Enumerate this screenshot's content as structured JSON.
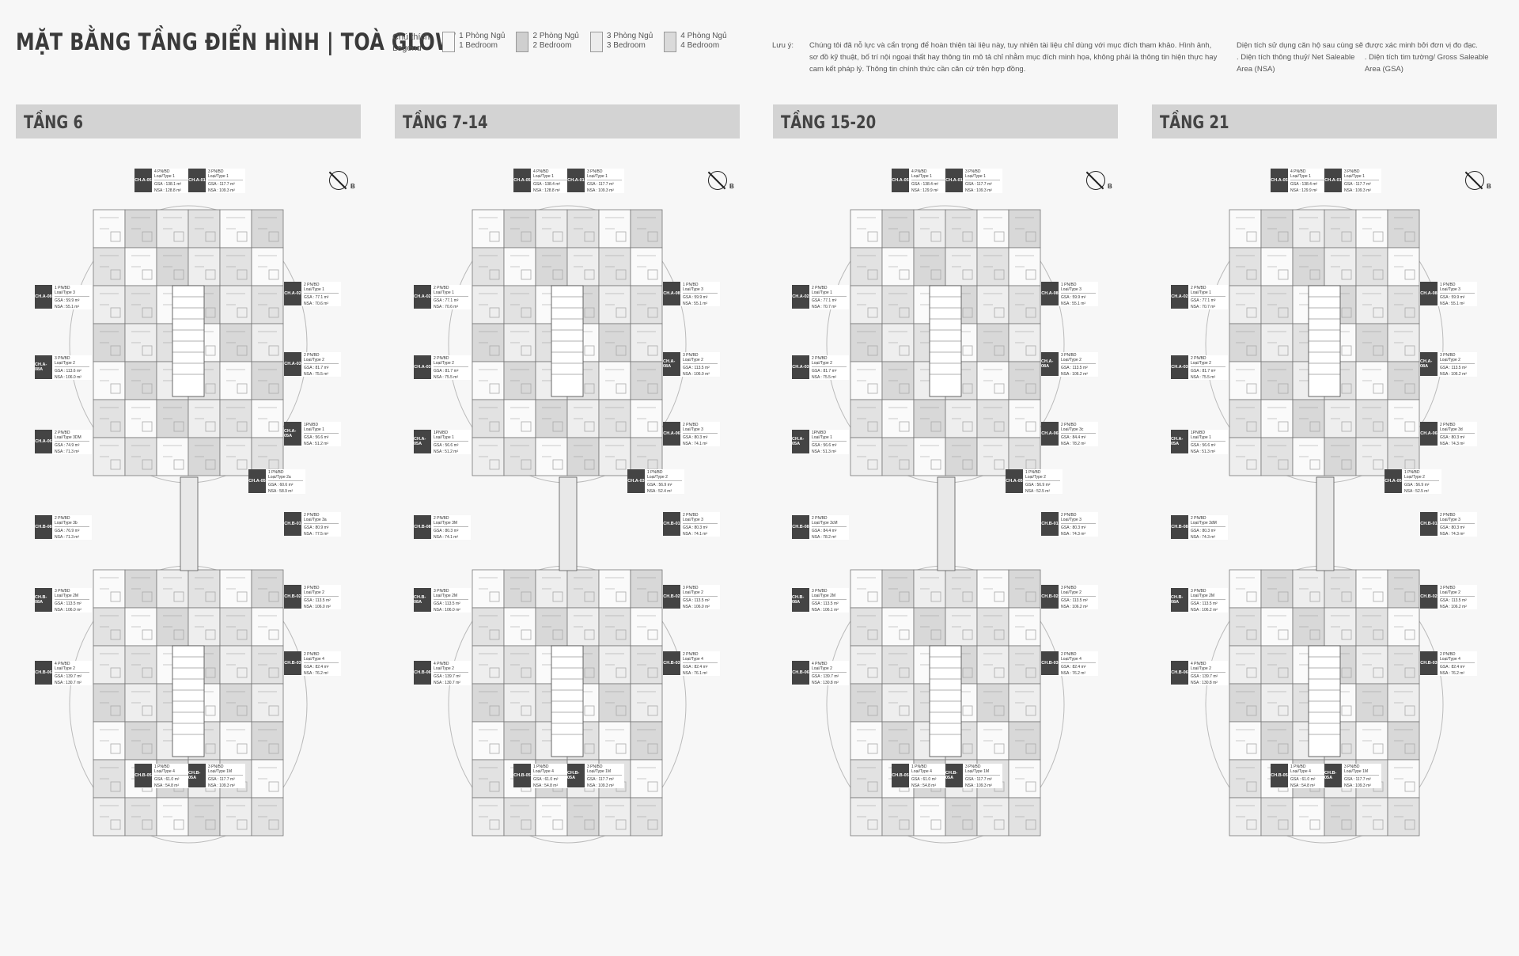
{
  "page_title": "MẶT BẰNG TẦNG ĐIỂN HÌNH | TOÀ GLOW",
  "legend": {
    "title": "Chú thích\nLegend",
    "items": [
      {
        "label": "1 Phòng Ngủ\n1 Bedroom",
        "color": "#f7f7f7"
      },
      {
        "label": "2 Phòng Ngủ\n2 Bedroom",
        "color": "#cfcfcf"
      },
      {
        "label": "3 Phòng Ngủ\n3 Bedroom",
        "color": "#ececec"
      },
      {
        "label": "4 Phòng Ngủ\n4 Bedroom",
        "color": "#dadada"
      }
    ]
  },
  "notes": {
    "label": "Lưu ý:",
    "text": "Chúng tôi đã nỗ lực và cẩn trọng để hoàn thiện tài liệu này, tuy nhiên tài liệu chỉ dùng với mục đích tham khảo. Hình ảnh, sơ đồ kỹ thuật, bố trí nội ngoại thất hay thông tin mô tả chỉ nhằm mục đích minh họa, không phải là thông tin hiện thực hay cam kết pháp lý. Thông tin chính thức cần căn cứ trên hợp đồng.",
    "area_note": "Diện tích sử dụng căn hộ sau cùng sẽ được xác minh bởi đơn vị đo đạc.",
    "nsa_note": ". Diện tích thông thuỷ/ Net Saleable Area (NSA)",
    "gsa_note": ". Diện tích tim tường/ Gross Saleable Area (GSA)"
  },
  "compass_label": "B",
  "panels": [
    {
      "title": "TẦNG 6",
      "units": [
        {
          "code": "CH.A-05",
          "type": "4 PN/BD\nLoại/Type 1",
          "gsa": "138.1 m²",
          "nsa": "128.8 m²"
        },
        {
          "code": "CH.A-01",
          "type": "3 PN/BD\nLoại/Type 1",
          "gsa": "117.7 m²",
          "nsa": "109.3 m²"
        },
        {
          "code": "CH.A-08",
          "type": "1 PN/BD\nLoại/Type 3",
          "gsa": "59.9 m²",
          "nsa": "55.1 m²"
        },
        {
          "code": "CH.A-02",
          "type": "2 PN/BD\nLoại/Type 1",
          "gsa": "77.1 m²",
          "nsa": "70.6 m²"
        },
        {
          "code": "CH.A-08A",
          "type": "3 PN/BD\nLoại/Type 2",
          "gsa": "113.6 m²",
          "nsa": "106.0 m²"
        },
        {
          "code": "CH.A-03",
          "type": "2 PN/BD\nLoại/Type 2",
          "gsa": "81.7 m²",
          "nsa": "75.5 m²"
        },
        {
          "code": "CH.A-06",
          "type": "2 PN/BD\nLoại/Type 3DM",
          "gsa": "74.9 m²",
          "nsa": "71.3 m²"
        },
        {
          "code": "CH.A-05A",
          "type": "1PN/BD\nLoại/Type 1",
          "gsa": "56.6 m²",
          "nsa": "51.2 m²"
        },
        {
          "code": "CH.A-05",
          "type": "1 PN/BD\nLoại/Type 2a",
          "gsa": "60.6 m²",
          "nsa": "58.9 m²"
        },
        {
          "code": "CH.B-08",
          "type": "2 PN/BD\nLoại/Type 3b",
          "gsa": "76.9 m²",
          "nsa": "71.3 m²"
        },
        {
          "code": "CH.B-01",
          "type": "2 PN/BD\nLoại/Type 3a",
          "gsa": "80.9 m²",
          "nsa": "77.5 m²"
        },
        {
          "code": "CH.B-08A",
          "type": "3 PN/BD\nLoại/Type 2M",
          "gsa": "113.5 m²",
          "nsa": "106.0 m²"
        },
        {
          "code": "CH.B-02",
          "type": "3 PN/BD\nLoại/Type 2",
          "gsa": "113.5 m²",
          "nsa": "106.0 m²"
        },
        {
          "code": "CH.B-06",
          "type": "4 PN/BD\nLoại/Type 2",
          "gsa": "139.7 m²",
          "nsa": "130.7 m²"
        },
        {
          "code": "CH.B-03",
          "type": "2 PN/BD\nLoại/Type 4",
          "gsa": "82.4 m²",
          "nsa": "76.2 m²"
        },
        {
          "code": "CH.B-05",
          "type": "1 PN/BD\nLoại/Type 4",
          "gsa": "61.0 m²",
          "nsa": "54.8 m²"
        },
        {
          "code": "CH.B-05A",
          "type": "3 PN/BD\nLoại/Type 1M",
          "gsa": "117.7 m²",
          "nsa": "109.3 m²"
        }
      ]
    },
    {
      "title": "TẦNG 7-14",
      "units": [
        {
          "code": "CH.A-05",
          "type": "4 PN/BD\nLoại/Type 1",
          "gsa": "138.4 m²",
          "nsa": "128.8 m²"
        },
        {
          "code": "CH.A-01",
          "type": "3 PN/BD\nLoại/Type 1",
          "gsa": "117.7 m²",
          "nsa": "109.3 m²"
        },
        {
          "code": "CH.A-02",
          "type": "2 PN/BD\nLoại/Type 1",
          "gsa": "77.1 m²",
          "nsa": "70.6 m²"
        },
        {
          "code": "CH.A-08",
          "type": "1 PN/BD\nLoại/Type 3",
          "gsa": "59.9 m²",
          "nsa": "55.1 m²"
        },
        {
          "code": "CH.A-03",
          "type": "2 PN/BD\nLoại/Type 2",
          "gsa": "81.7 m²",
          "nsa": "75.5 m²"
        },
        {
          "code": "CH.A-08A",
          "type": "3 PN/BD\nLoại/Type 2",
          "gsa": "113.5 m²",
          "nsa": "106.0 m²"
        },
        {
          "code": "CH.A-05A",
          "type": "1PN/BD\nLoại/Type 1",
          "gsa": "56.6 m²",
          "nsa": "51.2 m²"
        },
        {
          "code": "CH.A-06",
          "type": "2 PN/BD\nLoại/Type 3",
          "gsa": "80.3 m²",
          "nsa": "74.1 m²"
        },
        {
          "code": "CH.A-03",
          "type": "1 PN/BD\nLoại/Type 2",
          "gsa": "56.9 m²",
          "nsa": "52.4 m²"
        },
        {
          "code": "CH.B-08",
          "type": "2 PN/BD\nLoại/Type 3M",
          "gsa": "80.3 m²",
          "nsa": "74.1 m²"
        },
        {
          "code": "CH.B-01",
          "type": "2 PN/BD\nLoại/Type 3",
          "gsa": "80.3 m²",
          "nsa": "74.1 m²"
        },
        {
          "code": "CH.B-08A",
          "type": "3 PN/BD\nLoại/Type 2M",
          "gsa": "113.5 m²",
          "nsa": "106.0 m²"
        },
        {
          "code": "CH.B-02",
          "type": "3 PN/BD\nLoại/Type 2",
          "gsa": "113.5 m²",
          "nsa": "106.0 m²"
        },
        {
          "code": "CH.B-06",
          "type": "4 PN/BD\nLoại/Type 2",
          "gsa": "139.7 m²",
          "nsa": "130.7 m²"
        },
        {
          "code": "CH.B-03",
          "type": "2 PN/BD\nLoại/Type 4",
          "gsa": "82.4 m²",
          "nsa": "76.1 m²"
        },
        {
          "code": "CH.B-05",
          "type": "1 PN/BD\nLoại/Type 4",
          "gsa": "61.0 m²",
          "nsa": "54.8 m²"
        },
        {
          "code": "CH.B-05A",
          "type": "3 PN/BD\nLoại/Type 1M",
          "gsa": "117.7 m²",
          "nsa": "109.3 m²"
        }
      ]
    },
    {
      "title": "TẦNG 15-20",
      "units": [
        {
          "code": "CH.A-05",
          "type": "4 PN/BD\nLoại/Type 1",
          "gsa": "138.4 m²",
          "nsa": "129.9 m²"
        },
        {
          "code": "CH.A-01",
          "type": "3 PN/BD\nLoại/Type 1",
          "gsa": "117.7 m²",
          "nsa": "109.3 m²"
        },
        {
          "code": "CH.A-02",
          "type": "2 PN/BD\nLoại/Type 1",
          "gsa": "77.1 m²",
          "nsa": "70.7 m²"
        },
        {
          "code": "CH.A-08",
          "type": "1 PN/BD\nLoại/Type 3",
          "gsa": "59.9 m²",
          "nsa": "55.1 m²"
        },
        {
          "code": "CH.A-03",
          "type": "2 PN/BD\nLoại/Type 2",
          "gsa": "81.7 m²",
          "nsa": "75.5 m²"
        },
        {
          "code": "CH.A-08A",
          "type": "3 PN/BD\nLoại/Type 2",
          "gsa": "113.5 m²",
          "nsa": "106.2 m²"
        },
        {
          "code": "CH.A-05A",
          "type": "1PN/BD\nLoại/Type 1",
          "gsa": "56.6 m²",
          "nsa": "51.3 m²"
        },
        {
          "code": "CH.A-06",
          "type": "2 PN/BD\nLoại/Type 3c",
          "gsa": "84.4 m²",
          "nsa": "78.2 m²"
        },
        {
          "code": "CH.A-05",
          "type": "1 PN/BD\nLoại/Type 2",
          "gsa": "56.9 m²",
          "nsa": "52.5 m²"
        },
        {
          "code": "CH.B-08",
          "type": "2 PN/BD\nLoại/Type 3cM",
          "gsa": "84.4 m²",
          "nsa": "78.2 m²"
        },
        {
          "code": "CH.B-01",
          "type": "2 PN/BD\nLoại/Type 3",
          "gsa": "80.3 m²",
          "nsa": "74.3 m²"
        },
        {
          "code": "CH.B-08A",
          "type": "3 PN/BD\nLoại/Type 2M",
          "gsa": "113.5 m²",
          "nsa": "106.1 m²"
        },
        {
          "code": "CH.B-02",
          "type": "3 PN/BD\nLoại/Type 2",
          "gsa": "113.5 m²",
          "nsa": "106.2 m²"
        },
        {
          "code": "CH.B-06",
          "type": "4 PN/BD\nLoại/Type 2",
          "gsa": "139.7 m²",
          "nsa": "130.8 m²"
        },
        {
          "code": "CH.B-03",
          "type": "2 PN/BD\nLoại/Type 4",
          "gsa": "82.4 m²",
          "nsa": "76.2 m²"
        },
        {
          "code": "CH.B-05",
          "type": "1 PN/BD\nLoại/Type 4",
          "gsa": "61.0 m²",
          "nsa": "54.8 m²"
        },
        {
          "code": "CH.B-05A",
          "type": "3 PN/BD\nLoại/Type 1M",
          "gsa": "117.7 m²",
          "nsa": "109.3 m²"
        }
      ]
    },
    {
      "title": "TẦNG 21",
      "units": [
        {
          "code": "CH.A-05",
          "type": "4 PN/BD\nLoại/Type 1",
          "gsa": "138.4 m²",
          "nsa": "129.9 m²"
        },
        {
          "code": "CH.A-01",
          "type": "3 PN/BD\nLoại/Type 1",
          "gsa": "117.7 m²",
          "nsa": "109.3 m²"
        },
        {
          "code": "CH.A-02",
          "type": "2 PN/BD\nLoại/Type 1",
          "gsa": "77.1 m²",
          "nsa": "70.7 m²"
        },
        {
          "code": "CH.A-08",
          "type": "1 PN/BD\nLoại/Type 3",
          "gsa": "59.9 m²",
          "nsa": "55.1 m²"
        },
        {
          "code": "CH.A-03",
          "type": "2 PN/BD\nLoại/Type 2",
          "gsa": "81.7 m²",
          "nsa": "75.5 m²"
        },
        {
          "code": "CH.A-08A",
          "type": "3 PN/BD\nLoại/Type 2",
          "gsa": "113.5 m²",
          "nsa": "106.2 m²"
        },
        {
          "code": "CH.A-05A",
          "type": "1PN/BD\nLoại/Type 1",
          "gsa": "56.6 m²",
          "nsa": "51.3 m²"
        },
        {
          "code": "CH.A-06",
          "type": "2 PN/BD\nLoại/Type 3d",
          "gsa": "80.3 m²",
          "nsa": "74.3 m²"
        },
        {
          "code": "CH.A-05",
          "type": "1 PN/BD\nLoại/Type 2",
          "gsa": "56.9 m²",
          "nsa": "52.5 m²"
        },
        {
          "code": "CH.B-08",
          "type": "2 PN/BD\nLoại/Type 3dM",
          "gsa": "80.3 m²",
          "nsa": "74.3 m²"
        },
        {
          "code": "CH.B-01",
          "type": "2 PN/BD\nLoại/Type 3",
          "gsa": "80.3 m²",
          "nsa": "74.3 m²"
        },
        {
          "code": "CH.B-08A",
          "type": "3 PN/BD\nLoại/Type 2M",
          "gsa": "113.5 m²",
          "nsa": "106.2 m²"
        },
        {
          "code": "CH.B-02",
          "type": "3 PN/BD\nLoại/Type 2",
          "gsa": "113.5 m²",
          "nsa": "106.2 m²"
        },
        {
          "code": "CH.B-06",
          "type": "4 PN/BD\nLoại/Type 2",
          "gsa": "139.7 m²",
          "nsa": "130.8 m²"
        },
        {
          "code": "CH.B-03",
          "type": "2 PN/BD\nLoại/Type 4",
          "gsa": "82.4 m²",
          "nsa": "76.2 m²"
        },
        {
          "code": "CH.B-05",
          "type": "1 PN/BD\nLoại/Type 4",
          "gsa": "61.0 m²",
          "nsa": "54.8 m²"
        },
        {
          "code": "CH.B-05A",
          "type": "3 PN/BD\nLoại/Type 1M",
          "gsa": "117.7 m²",
          "nsa": "109.3 m²"
        }
      ]
    }
  ]
}
